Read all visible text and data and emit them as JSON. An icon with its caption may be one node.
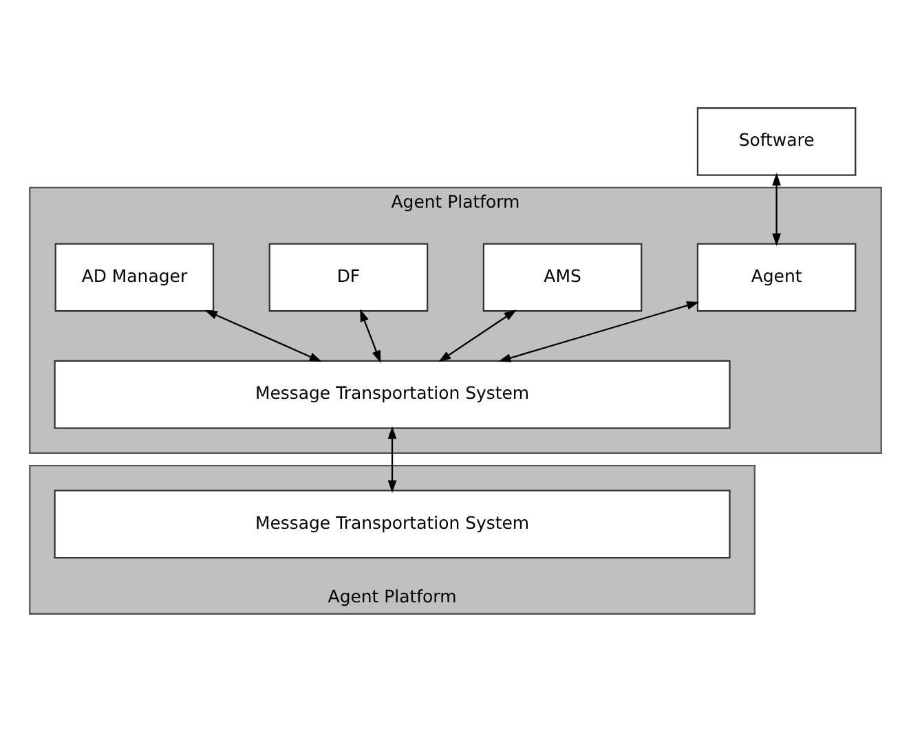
{
  "diagram": {
    "nodes": [
      {
        "text": [
          "Software"
        ]
      },
      {
        "text": [
          "Agent Platform"
        ]
      },
      {
        "text": [
          "Agent"
        ],
        "in": 1
      },
      {
        "text": [
          "AMS"
        ],
        "in": 1
      },
      {
        "text": [
          "DF"
        ],
        "in": 1
      },
      {
        "text": [
          "AD Manager"
        ],
        "in": 1
      },
      {
        "text": [
          "Message Transportation System"
        ],
        "in": 1
      },
      {
        "text": [
          "Agent Platform"
        ]
      },
      {
        "text": [
          "Message Transportation System"
        ],
        "in": 7
      }
    ],
    "edges": [
      {
        "from": 0,
        "to": 2,
        "arrow": "both"
      },
      {
        "from": 2,
        "to": 6,
        "arrow": "both"
      },
      {
        "from": 3,
        "to": 6,
        "arrow": "both"
      },
      {
        "from": 4,
        "to": 6,
        "arrow": "both"
      },
      {
        "from": 5,
        "to": 6,
        "arrow": "both"
      },
      {
        "from": 6,
        "to": 8,
        "arrow": "both"
      }
    ]
  }
}
